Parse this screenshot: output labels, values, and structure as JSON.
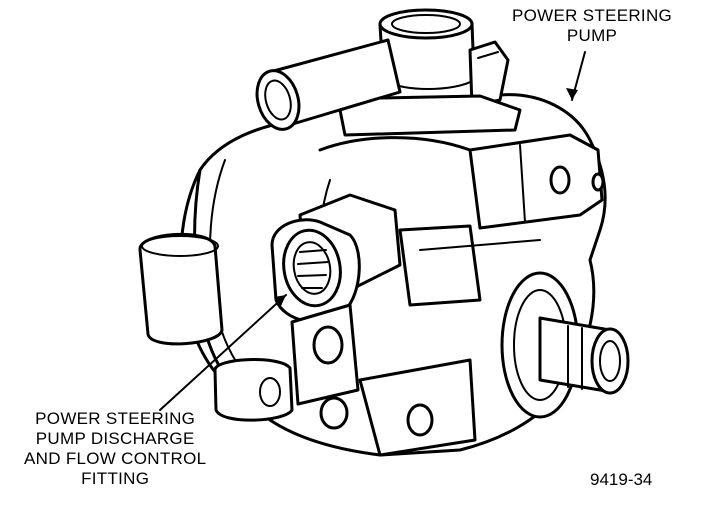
{
  "labels": {
    "pump": {
      "line1": "POWER STEERING",
      "line2": "PUMP"
    },
    "fitting": {
      "line1": "POWER STEERING",
      "line2": "PUMP DISCHARGE",
      "line3": "AND FLOW CONTROL",
      "line4": "FITTING"
    }
  },
  "figure_number": "9419-34"
}
